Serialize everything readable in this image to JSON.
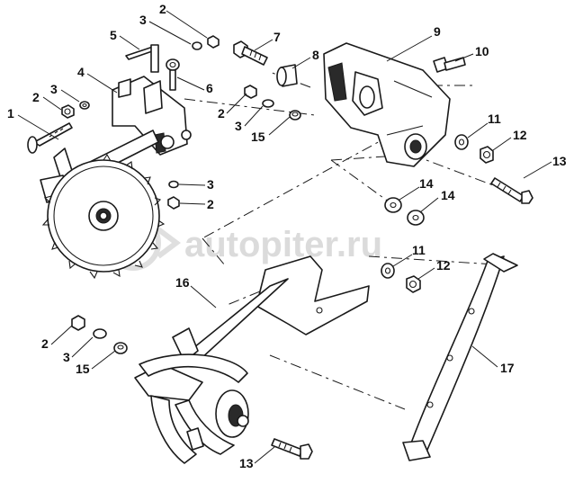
{
  "watermark": {
    "text": "autopiter.ru"
  },
  "callouts": [
    {
      "id": "c-1",
      "text": "1"
    },
    {
      "id": "c-2a",
      "text": "2"
    },
    {
      "id": "c-2b",
      "text": "2"
    },
    {
      "id": "c-2c",
      "text": "2"
    },
    {
      "id": "c-2d",
      "text": "2"
    },
    {
      "id": "c-2e",
      "text": "2"
    },
    {
      "id": "c-3a",
      "text": "3"
    },
    {
      "id": "c-3b",
      "text": "3"
    },
    {
      "id": "c-3c",
      "text": "3"
    },
    {
      "id": "c-3d",
      "text": "3"
    },
    {
      "id": "c-3e",
      "text": "3"
    },
    {
      "id": "c-4",
      "text": "4"
    },
    {
      "id": "c-5",
      "text": "5"
    },
    {
      "id": "c-6",
      "text": "6"
    },
    {
      "id": "c-7",
      "text": "7"
    },
    {
      "id": "c-8",
      "text": "8"
    },
    {
      "id": "c-9",
      "text": "9"
    },
    {
      "id": "c-10",
      "text": "10"
    },
    {
      "id": "c-11a",
      "text": "11"
    },
    {
      "id": "c-11b",
      "text": "11"
    },
    {
      "id": "c-12a",
      "text": "12"
    },
    {
      "id": "c-12b",
      "text": "12"
    },
    {
      "id": "c-13a",
      "text": "13"
    },
    {
      "id": "c-13b",
      "text": "13"
    },
    {
      "id": "c-14a",
      "text": "14"
    },
    {
      "id": "c-14b",
      "text": "14"
    },
    {
      "id": "c-15a",
      "text": "15"
    },
    {
      "id": "c-15b",
      "text": "15"
    },
    {
      "id": "c-16",
      "text": "16"
    },
    {
      "id": "c-17",
      "text": "17"
    }
  ]
}
